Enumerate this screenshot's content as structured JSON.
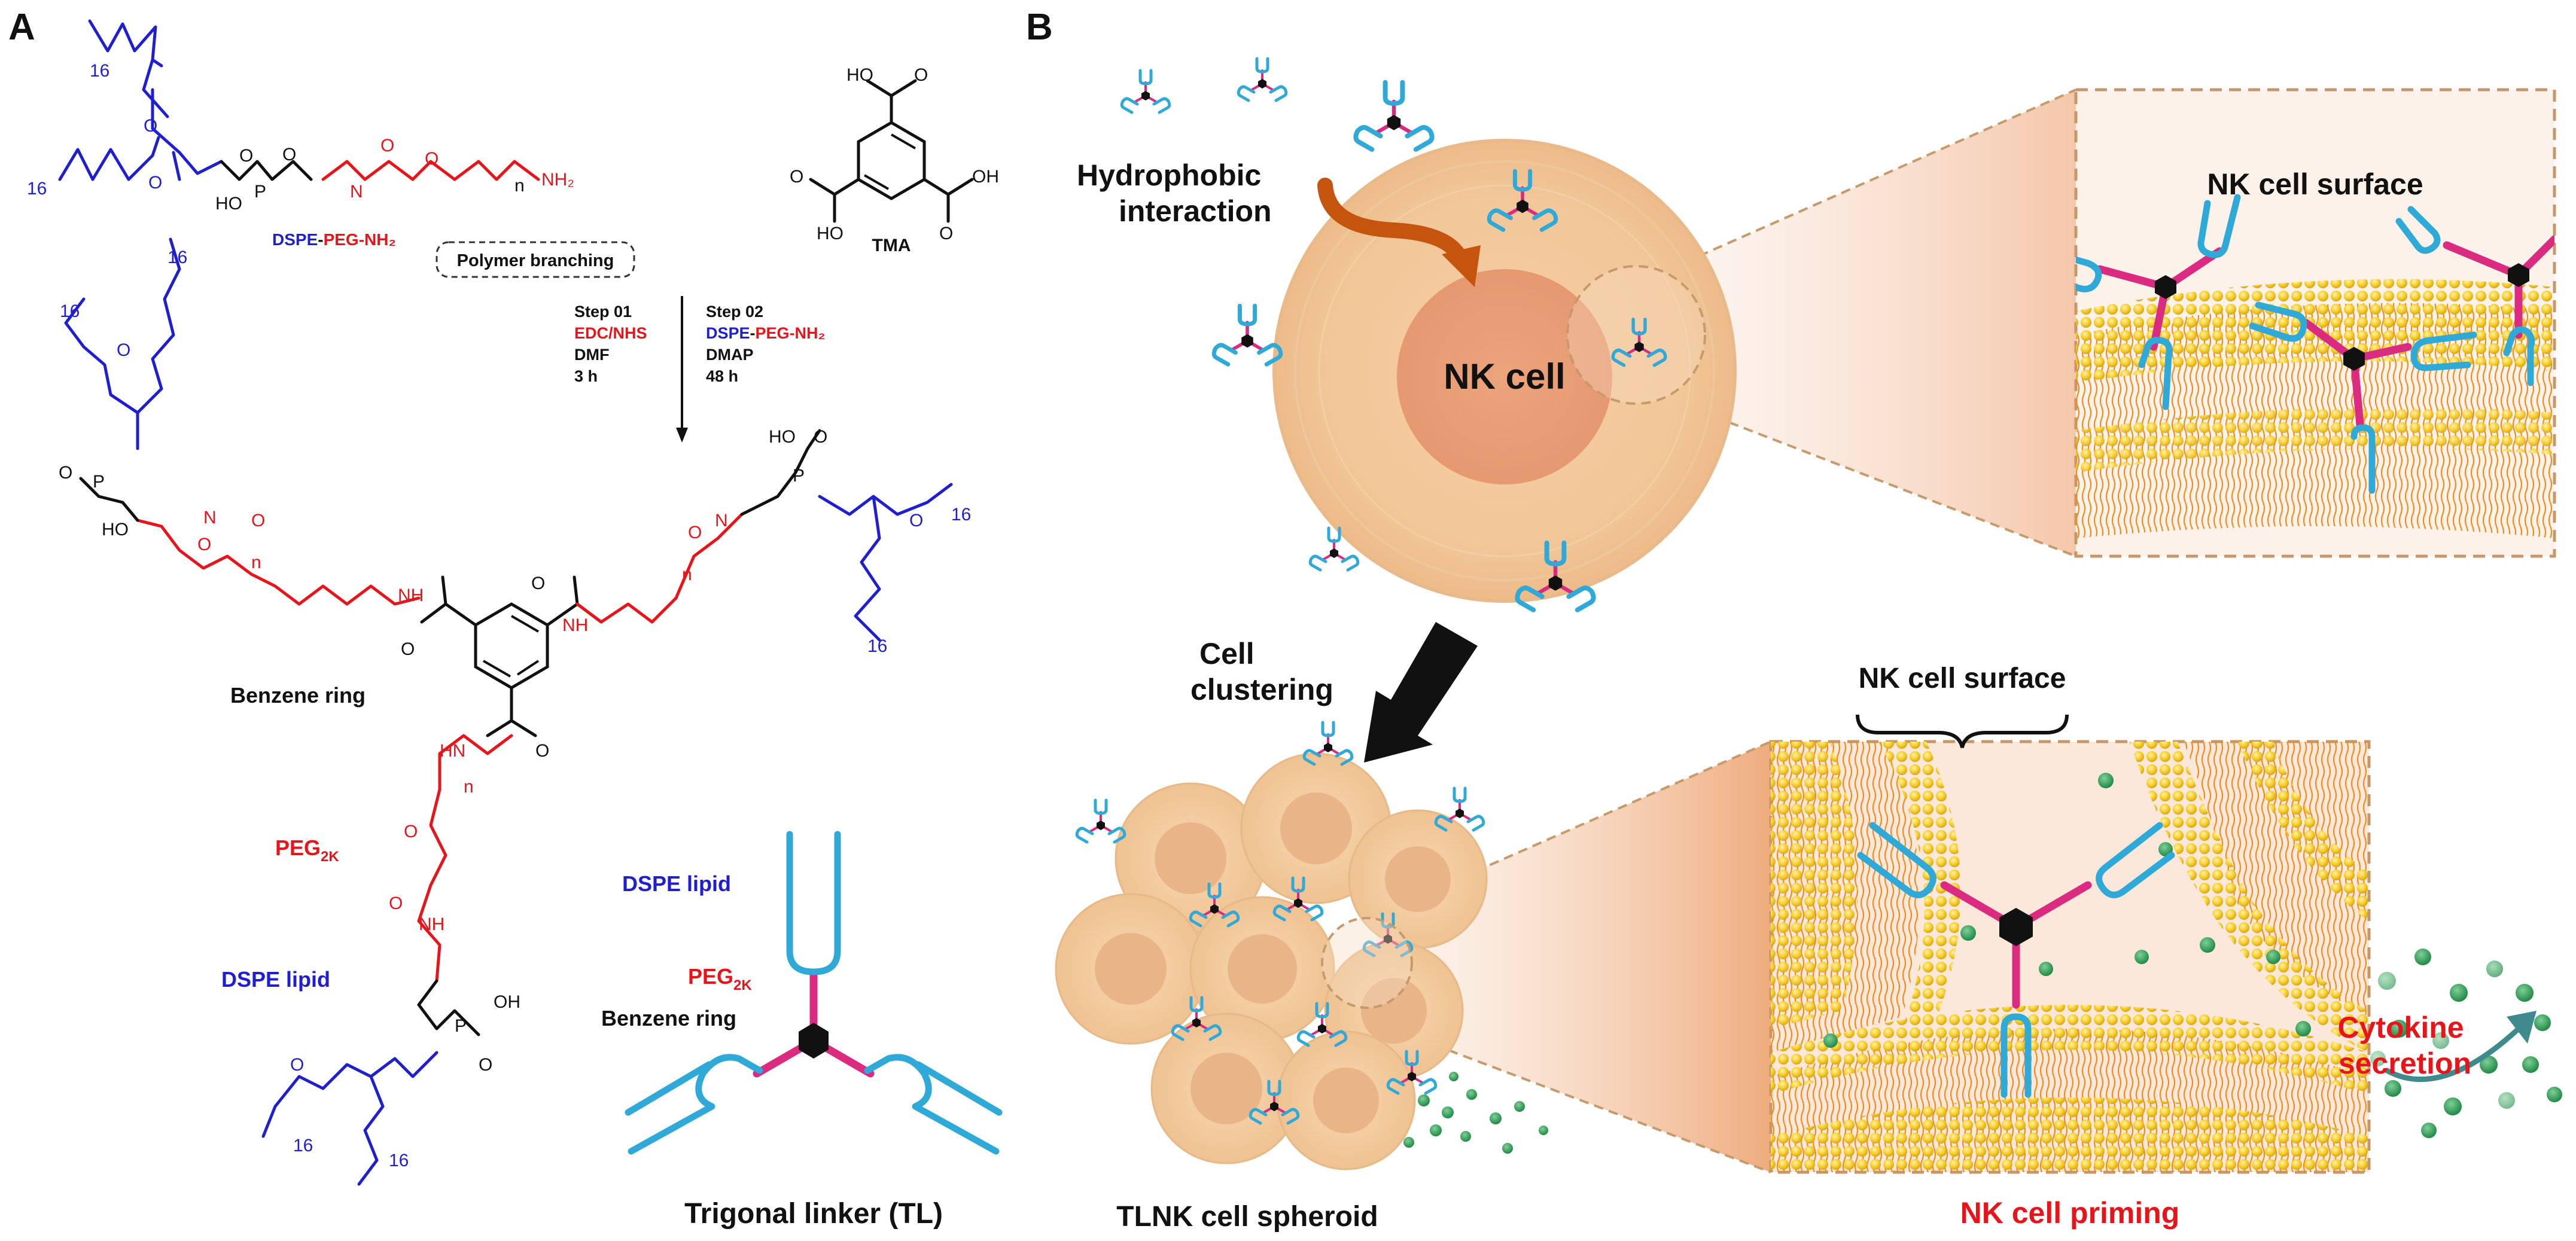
{
  "panel_a": {
    "letter": "A",
    "dspe_peg_nh2": {
      "subscript_16": "16",
      "atoms": {
        "o": "O",
        "p": "P",
        "ho": "HO",
        "n_h": "N",
        "h": "H",
        "nh2": "NH₂",
        "n": "n"
      },
      "label_dspe": "DSPE",
      "label_dash": "-",
      "label_peg": "PEG",
      "label_nh2": "-NH₂"
    },
    "polymer_branching": "Polymer branching",
    "tma": {
      "label": "TMA",
      "ho": "HO",
      "oh": "OH",
      "o": "O"
    },
    "step01": {
      "title": "Step 01",
      "reagent": "EDC/NHS",
      "solvent": "DMF",
      "time": "3 h"
    },
    "step02": {
      "title": "Step 02",
      "reagent_dspe": "DSPE",
      "reagent_dash": "-",
      "reagent_peg": "PEG",
      "reagent_nh2": "-NH₂",
      "catalyst": "DMAP",
      "time": "48 h"
    },
    "tl_structure": {
      "sub16": "16",
      "sub_n": "n",
      "atoms": {
        "o": "O",
        "p": "P",
        "ho": "HO",
        "oh": "OH",
        "nh": "NH",
        "hn": "HN",
        "n": "N",
        "h": "H"
      }
    },
    "labels": {
      "benzene_ring": "Benzene ring",
      "peg2k": "PEG",
      "peg2k_sub": "2K",
      "dspe_lipid": "DSPE lipid"
    },
    "schematic": {
      "dspe_lipid": "DSPE lipid",
      "peg2k": "PEG",
      "peg2k_sub": "2K",
      "benzene_ring": "Benzene ring",
      "caption": "Trigonal linker (TL)"
    }
  },
  "panel_b": {
    "letter": "B",
    "hydrophobic_interaction": [
      "Hydrophobic",
      "interaction"
    ],
    "nk_cell": "NK cell",
    "nk_cell_surface_top": "NK cell surface",
    "cell_clustering": [
      "Cell",
      "clustering"
    ],
    "nk_cell_surface_bottom": "NK cell surface",
    "spheroid_caption": "TLNK cell spheroid",
    "priming_caption": "NK cell priming",
    "cytokine_secretion": [
      "Cytokine",
      "secretion"
    ]
  },
  "colors": {
    "dspe_blue": "#1f1fd1",
    "peg_red": "#e8141a",
    "linker_pink": "#da2b80",
    "lipid_cyan": "#2fa9d8",
    "cell_tan": "#f2c99e",
    "nucleus": "#e8a477",
    "membrane_yellow": "#f7d02a",
    "tail_orange": "#f08a1a",
    "cytokine_green": "#2e9b53",
    "arrow_brown": "#c5540f"
  }
}
